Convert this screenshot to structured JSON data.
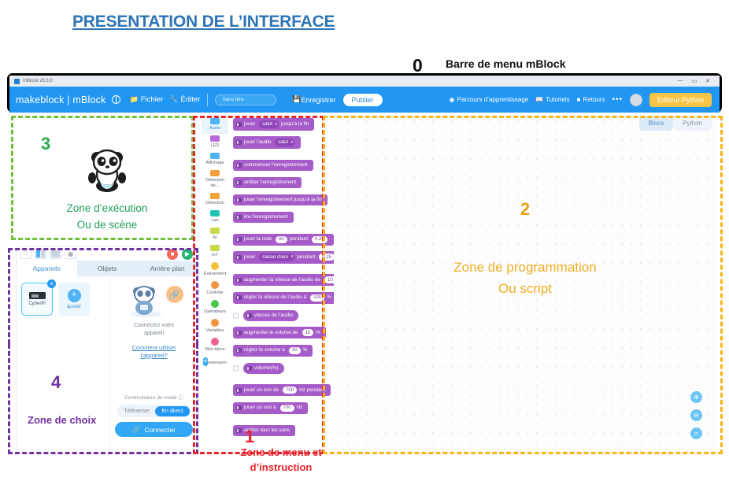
{
  "heading": "PRESENTATION DE L’INTERFACE",
  "callouts": {
    "zero_number": "0",
    "zero_label": "Barre de menu mBlock",
    "one_number": "1",
    "one_label_line1": "Zone de menu et",
    "one_label_line2": "d’instruction",
    "two_number": "2",
    "two_label_line1": "Zone de programmation",
    "two_label_line2": "Ou script",
    "three_number": "3",
    "three_label_line1": "Zone d’exécution",
    "three_label_line2": "Ou de scène",
    "four_number": "4",
    "four_label": "Zone de choix"
  },
  "colors": {
    "heading_blue": "#2E74B5",
    "green": "#6FBF3C",
    "purple": "#7030A0",
    "red": "#E8232A",
    "orange": "#FBB317",
    "mblock_blue": "#2196F3",
    "python_yellow": "#FAC546",
    "block_purple": "#A55BC8"
  },
  "window": {
    "title": "mBlock v5.3.0",
    "controls": [
      "—",
      "▭",
      "✕"
    ]
  },
  "menubar": {
    "brand": "makeblock | mBlock",
    "globe_icon": "globe-icon",
    "items": [
      {
        "label": "Fichier",
        "icon": "folder-icon"
      },
      {
        "label": "Éditer",
        "icon": "wrench-icon"
      }
    ],
    "project_title_value": "Sans titre",
    "project_title_placeholder": "Sans titre",
    "save_label": "Enregistrer",
    "save_icon": "save-icon",
    "publish_label": "Publier",
    "right_items": [
      {
        "label": "Parcours d’apprentissage",
        "icon": "compass-icon"
      },
      {
        "label": "Tutoriels",
        "icon": "book-icon"
      },
      {
        "label": "Retours",
        "icon": "feedback-icon"
      }
    ],
    "more_label": "•••",
    "avatar": "avatar",
    "python_button": "Editeur Python"
  },
  "stage": {
    "sprite": "panda-sprite",
    "toolbar": [
      {
        "name": "fullscreen-icon",
        "glyph": "⛶"
      },
      {
        "name": "layout-small-icon",
        "glyph": "■"
      },
      {
        "name": "layout-large-icon",
        "glyph": "▣"
      },
      {
        "name": "grid-icon",
        "glyph": "▦"
      }
    ],
    "stop_button": "■",
    "go_button": "▶"
  },
  "choice": {
    "tabs": [
      {
        "label": "Appareils",
        "active": true
      },
      {
        "label": "Objets",
        "active": false
      },
      {
        "label": "Arrière plan",
        "active": false
      }
    ],
    "device": {
      "name": "CyberPi",
      "remove": "✕"
    },
    "add_device": {
      "label": "ajouter",
      "glyph": "+"
    },
    "connect_text_line1": "Connectez votre",
    "connect_text_line2": "appareil",
    "help_link_line1": "Comment utiliser",
    "help_link_line2": "l’appareil?",
    "mode_label": "Commutateur de mode",
    "mode_info": "ⓘ",
    "mode_options": [
      {
        "label": "Téléverser",
        "active": false
      },
      {
        "label": "En direct",
        "active": true
      }
    ],
    "connect_button": "Connecter",
    "connect_icon": "link-icon"
  },
  "categories": [
    {
      "label": "Audio",
      "color": "#4FB3F6",
      "shape": "chip",
      "active": true
    },
    {
      "label": "LED",
      "color": "#B86BD6",
      "shape": "chip",
      "active": false
    },
    {
      "label": "Affichage",
      "color": "#4FB3F6",
      "shape": "chip",
      "active": false
    },
    {
      "label": "Détection de...",
      "color": "#F2A23C",
      "shape": "chip",
      "active": false
    },
    {
      "label": "Détection",
      "color": "#F2A23C",
      "shape": "chip",
      "active": false
    },
    {
      "label": "Lan",
      "color": "#21C3B6",
      "shape": "chip",
      "active": false
    },
    {
      "label": "AI",
      "color": "#C9D94A",
      "shape": "chip",
      "active": false
    },
    {
      "label": "IoT",
      "color": "#C9D94A",
      "shape": "chip",
      "active": false
    },
    {
      "label": "Événement",
      "color": "#F2C037",
      "shape": "round",
      "active": false
    },
    {
      "label": "Contrôle",
      "color": "#F2943C",
      "shape": "round",
      "active": false
    },
    {
      "label": "Opérateurs",
      "color": "#4CC94C",
      "shape": "round",
      "active": false
    },
    {
      "label": "Variables",
      "color": "#F2933C",
      "shape": "round",
      "active": false
    },
    {
      "label": "Mes blocs",
      "color": "#F06292",
      "shape": "round",
      "active": false
    },
    {
      "label": "extension",
      "color": "#31A7F5",
      "shape": "add",
      "active": false
    }
  ],
  "blocks": [
    {
      "type": "stack",
      "parts": [
        {
          "t": "text",
          "v": "jouer"
        },
        {
          "t": "dropdown",
          "v": "salut"
        },
        {
          "t": "text",
          "v": "jusqu’à la fin"
        }
      ]
    },
    {
      "type": "stack",
      "parts": [
        {
          "t": "text",
          "v": "jouer l’audio"
        },
        {
          "t": "dropdown",
          "v": "salut"
        }
      ]
    },
    {
      "type": "gap"
    },
    {
      "type": "stack",
      "parts": [
        {
          "t": "text",
          "v": "commencer l’enregistrement"
        }
      ]
    },
    {
      "type": "stack",
      "parts": [
        {
          "t": "text",
          "v": "arrêter l’enregistrement"
        }
      ]
    },
    {
      "type": "stack",
      "parts": [
        {
          "t": "text",
          "v": "jouer l’enregistrement jusqu’à la fin"
        }
      ]
    },
    {
      "type": "stack",
      "parts": [
        {
          "t": "text",
          "v": "lire l’enregistrement"
        }
      ]
    },
    {
      "type": "gap"
    },
    {
      "type": "stack",
      "parts": [
        {
          "t": "text",
          "v": "jouer la note"
        },
        {
          "t": "oval",
          "v": "60"
        },
        {
          "t": "text",
          "v": "pendant"
        },
        {
          "t": "oval",
          "v": "0.25"
        }
      ]
    },
    {
      "type": "stack",
      "parts": [
        {
          "t": "text",
          "v": "jouer"
        },
        {
          "t": "dropdown",
          "v": "caisse claire"
        },
        {
          "t": "text",
          "v": "pendant"
        },
        {
          "t": "oval",
          "v": "0.25"
        }
      ]
    },
    {
      "type": "gap"
    },
    {
      "type": "stack",
      "parts": [
        {
          "t": "text",
          "v": "augmenter la vitesse de l’audio de"
        },
        {
          "t": "oval",
          "v": "10"
        }
      ]
    },
    {
      "type": "stack",
      "parts": [
        {
          "t": "text",
          "v": "régler la vitesse de l’audio à"
        },
        {
          "t": "oval",
          "v": "100"
        },
        {
          "t": "text",
          "v": "%"
        }
      ]
    },
    {
      "type": "reporter",
      "checkbox": true,
      "parts": [
        {
          "t": "text",
          "v": "vitesse de l’audio"
        }
      ]
    },
    {
      "type": "stack",
      "parts": [
        {
          "t": "text",
          "v": "augmenter le volume de"
        },
        {
          "t": "oval",
          "v": "10"
        },
        {
          "t": "text",
          "v": "%"
        }
      ]
    },
    {
      "type": "stack",
      "parts": [
        {
          "t": "text",
          "v": "réglez le volume à"
        },
        {
          "t": "oval",
          "v": "30"
        },
        {
          "t": "text",
          "v": "%"
        }
      ]
    },
    {
      "type": "reporter",
      "checkbox": true,
      "parts": [
        {
          "t": "text",
          "v": "volume(%)"
        }
      ]
    },
    {
      "type": "gap"
    },
    {
      "type": "stack",
      "parts": [
        {
          "t": "text",
          "v": "jouer un son de"
        },
        {
          "t": "oval",
          "v": "700"
        },
        {
          "t": "text",
          "v": "Hz pendant"
        }
      ]
    },
    {
      "type": "stack",
      "parts": [
        {
          "t": "text",
          "v": "jouer un son à"
        },
        {
          "t": "oval",
          "v": "700"
        },
        {
          "t": "text",
          "v": "Hz"
        }
      ]
    },
    {
      "type": "gap"
    },
    {
      "type": "stack",
      "parts": [
        {
          "t": "text",
          "v": "arrêter tous les sons"
        }
      ]
    }
  ],
  "script": {
    "tabs": [
      {
        "label": "Blocs",
        "active": true
      },
      {
        "label": "Python",
        "active": false
      }
    ],
    "zoom_controls": [
      {
        "name": "zoom-in-icon",
        "glyph": "⊕"
      },
      {
        "name": "zoom-out-icon",
        "glyph": "⊖"
      },
      {
        "name": "zoom-reset-icon",
        "glyph": "="
      }
    ]
  }
}
